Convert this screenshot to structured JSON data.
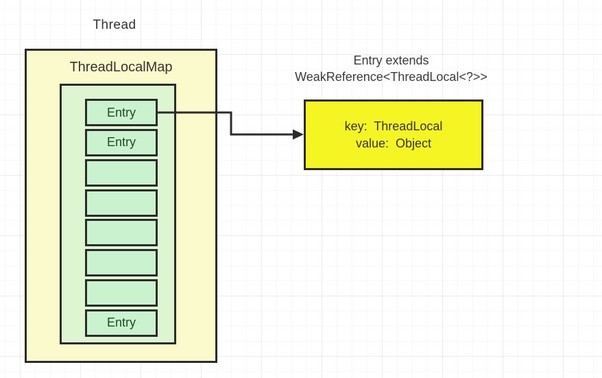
{
  "diagram": {
    "thread_label": "Thread",
    "threadlocalmap_box": {
      "label": "ThreadLocalMap"
    },
    "entry_cells": [
      "Entry",
      "Entry",
      "",
      "",
      "",
      "",
      "",
      "Entry"
    ],
    "heading": {
      "line1": "Entry extends",
      "line2": "WeakReference<ThreadLocal<?>>"
    },
    "entry_detail_box": {
      "line1": "key:  ThreadLocal",
      "line2": "value:  Object"
    },
    "colors": {
      "canvas_background": "#ffffff",
      "grid_line": "#ededf0",
      "outer_box_fill": "#fafacd",
      "inner_box_fill": "#def5d1",
      "cell_fill": "#cbf2cf",
      "detail_box_fill": "#f5f523",
      "border": "#2b2b2b",
      "cell_text": "#1e4a22",
      "text": "#333333"
    }
  }
}
